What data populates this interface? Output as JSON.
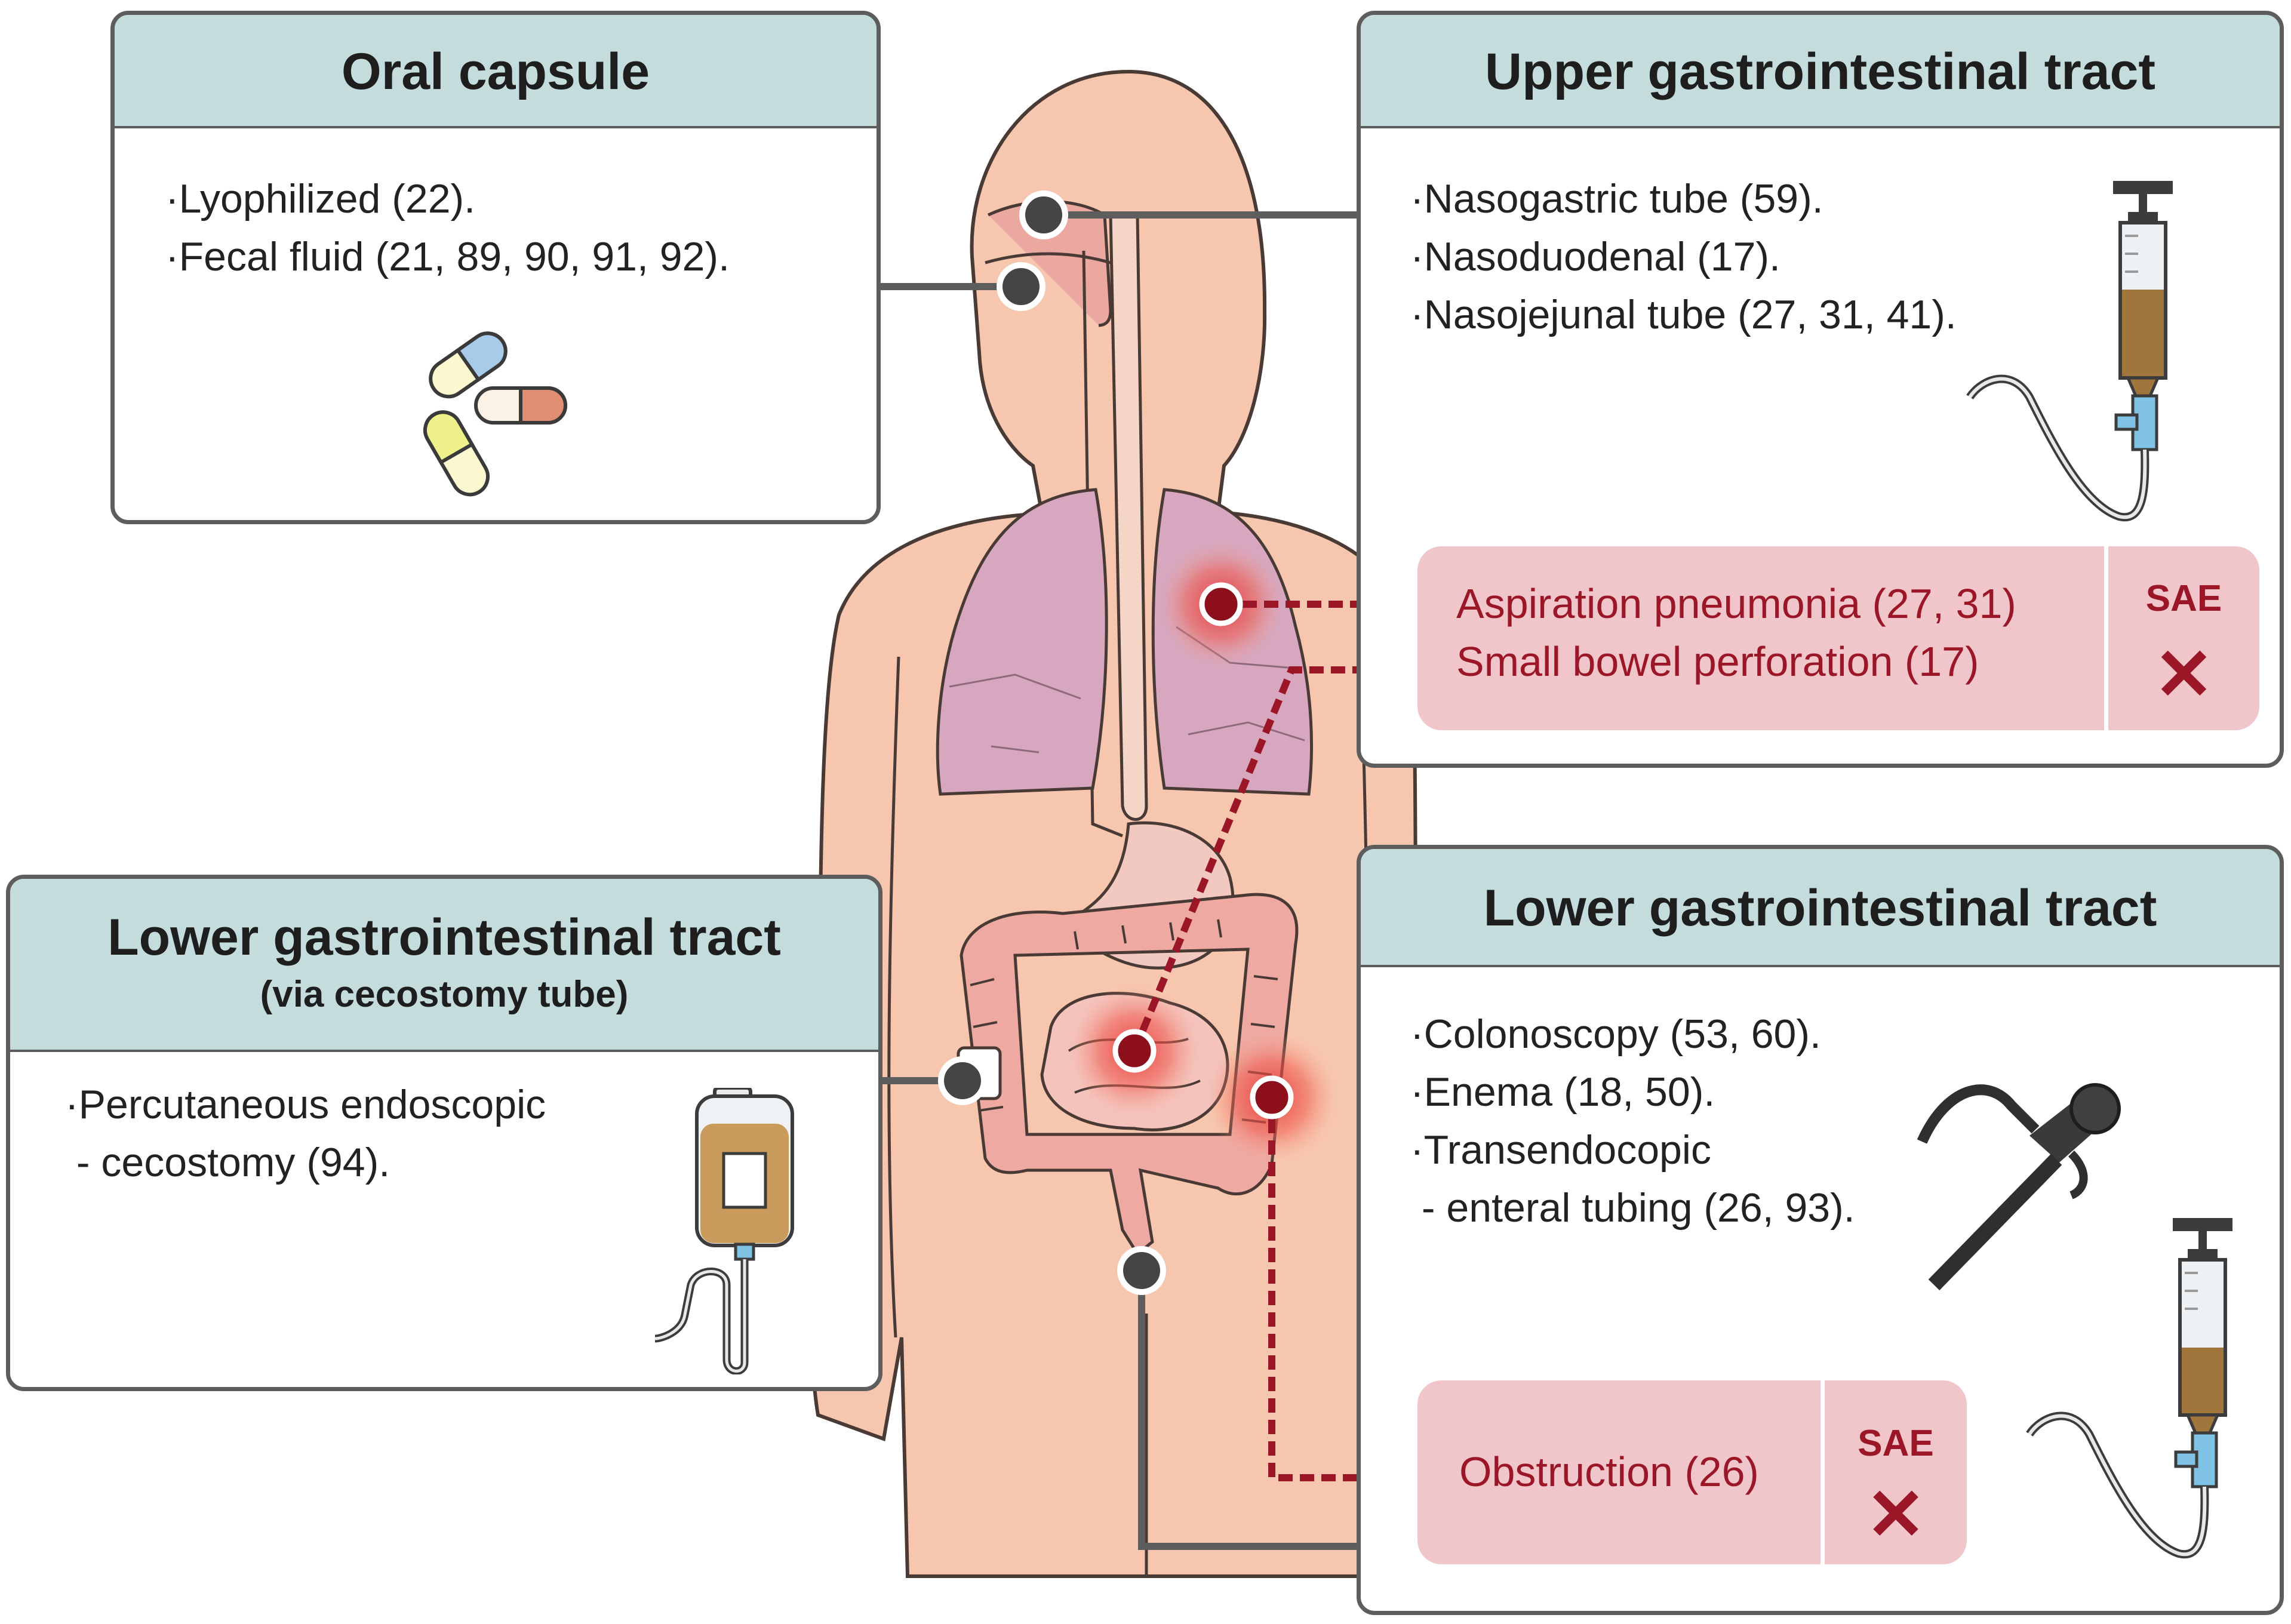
{
  "oral_capsule": {
    "title": "Oral capsule",
    "items": [
      "·Lyophilized (22).",
      "·Fecal fluid (21, 89, 90, 91, 92)."
    ]
  },
  "upper_gi": {
    "title": "Upper gastrointestinal tract",
    "items": [
      "·Nasogastric tube (59).",
      "·Nasoduodenal (17).",
      "·Nasojejunal tube (27, 31, 41)."
    ],
    "sae": {
      "items": [
        "Aspiration pneumonia (27, 31)",
        "Small bowel perforation (17)"
      ],
      "label": "SAE",
      "mark": "✕"
    }
  },
  "lower_gi_cecostomy": {
    "title": "Lower gastrointestinal tract",
    "subtitle": "(via cecostomy tube)",
    "items": [
      "·Percutaneous endoscopic",
      " - cecostomy (94)."
    ]
  },
  "lower_gi": {
    "title": "Lower gastrointestinal tract",
    "items": [
      "·Colonoscopy (53, 60).",
      "·Enema (18, 50).",
      "·Transendocopic",
      " - enteral tubing (26, 93)."
    ],
    "sae": {
      "items": [
        "Obstruction (26)"
      ],
      "label": "SAE",
      "mark": "✕"
    }
  },
  "colors": {
    "header_fill": "#c4dcdc",
    "box_border": "#5d5d5d",
    "skin": "#f7c6ae",
    "lung": "#d6a7bf",
    "colon": "#eeaaa2",
    "sae_fill": "#f0c6cb",
    "sae_text": "#9b1727"
  },
  "icons": {
    "capsules": "capsules-icon",
    "syringe": "syringe-icon",
    "enema_bag": "enema-bag-icon",
    "endoscope": "endoscope-icon"
  }
}
